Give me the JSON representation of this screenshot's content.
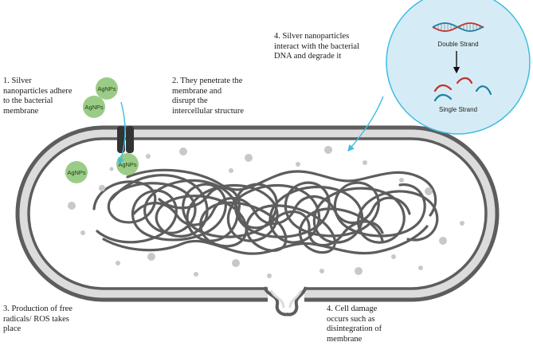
{
  "particle_label": "AgNPs",
  "steps": [
    {
      "lines": [
        "1. Silver",
        "nanoparticles adhere",
        "to the bacterial",
        "membrane"
      ]
    },
    {
      "lines": [
        "2. They penetrate the",
        "membrane and",
        "disrupt the",
        "intercellular structure"
      ]
    },
    {
      "lines": [
        "3. Production of free",
        "radicals/ ROS takes",
        "place"
      ]
    },
    {
      "lines": [
        "4. Cell damage",
        "occurs such as",
        "disintegration of",
        "membrane"
      ]
    },
    {
      "lines": [
        "4. Silver nanoparticles",
        "interact with the bacterial",
        "DNA and degrade it"
      ]
    }
  ],
  "dna_inset": {
    "top_label": "Double Strand",
    "bottom_label": "Single Strand"
  },
  "colors": {
    "membrane": "#5d5d5d",
    "cell_fill": "#dcdcdc",
    "nanoparticle": "#9bcc87",
    "arrow": "#3dbde2",
    "inset_fill": "#d5ecf6",
    "inset_stroke": "#3dbde2",
    "dna_red": "#c0332d",
    "dna_blue": "#1f7fa3"
  }
}
